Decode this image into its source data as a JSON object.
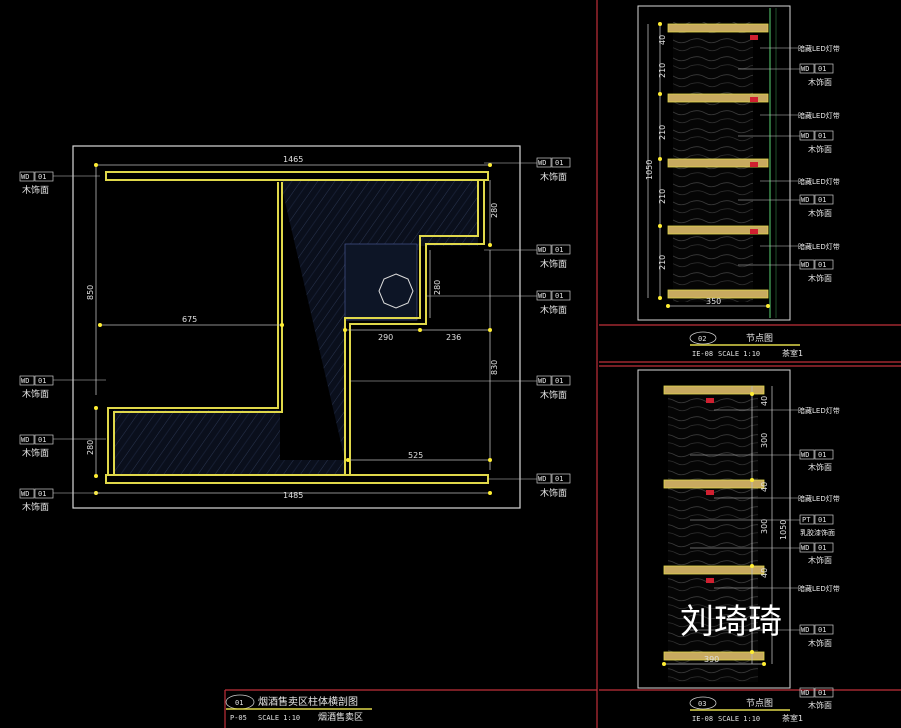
{
  "plan": {
    "title": "烟酒售卖区柱体横剖图",
    "number": "01",
    "sheet": "P-05",
    "scale": "SCALE 1:10",
    "area": "烟酒售卖区",
    "dims": {
      "top": "1465",
      "bottom": "1485",
      "left": "850",
      "inner_h": "675",
      "right_top": "280",
      "mid": "280",
      "w290": "290",
      "w236": "236",
      "right_h": "830",
      "w525": "525",
      "left_bottom": "280"
    }
  },
  "tags": {
    "code": "WD",
    "num": "01",
    "label": "木饰面",
    "pt_code": "PT",
    "pt_label": "乳胶漆饰面",
    "led": "暗藏LED灯带"
  },
  "detail_02": {
    "number": "02",
    "title": "节点图",
    "sheet": "IE-08",
    "scale": "SCALE 1:10",
    "area": "茶室1",
    "d40": "40",
    "d210": "210",
    "total": "1050",
    "width": "350"
  },
  "detail_03": {
    "number": "03",
    "title": "节点图",
    "sheet": "IE-08",
    "scale": "SCALE 1:10",
    "area": "茶室1",
    "d40": "40",
    "d300": "300",
    "total": "1050",
    "width": "390"
  },
  "watermark": "刘琦琦",
  "colors": {
    "frame": "#d8d8d8",
    "border": "#c0303a",
    "wall": "#e0d84a",
    "dim": "#bbbbbb",
    "wood": "#c8aa60",
    "marker": "#ffee33"
  }
}
